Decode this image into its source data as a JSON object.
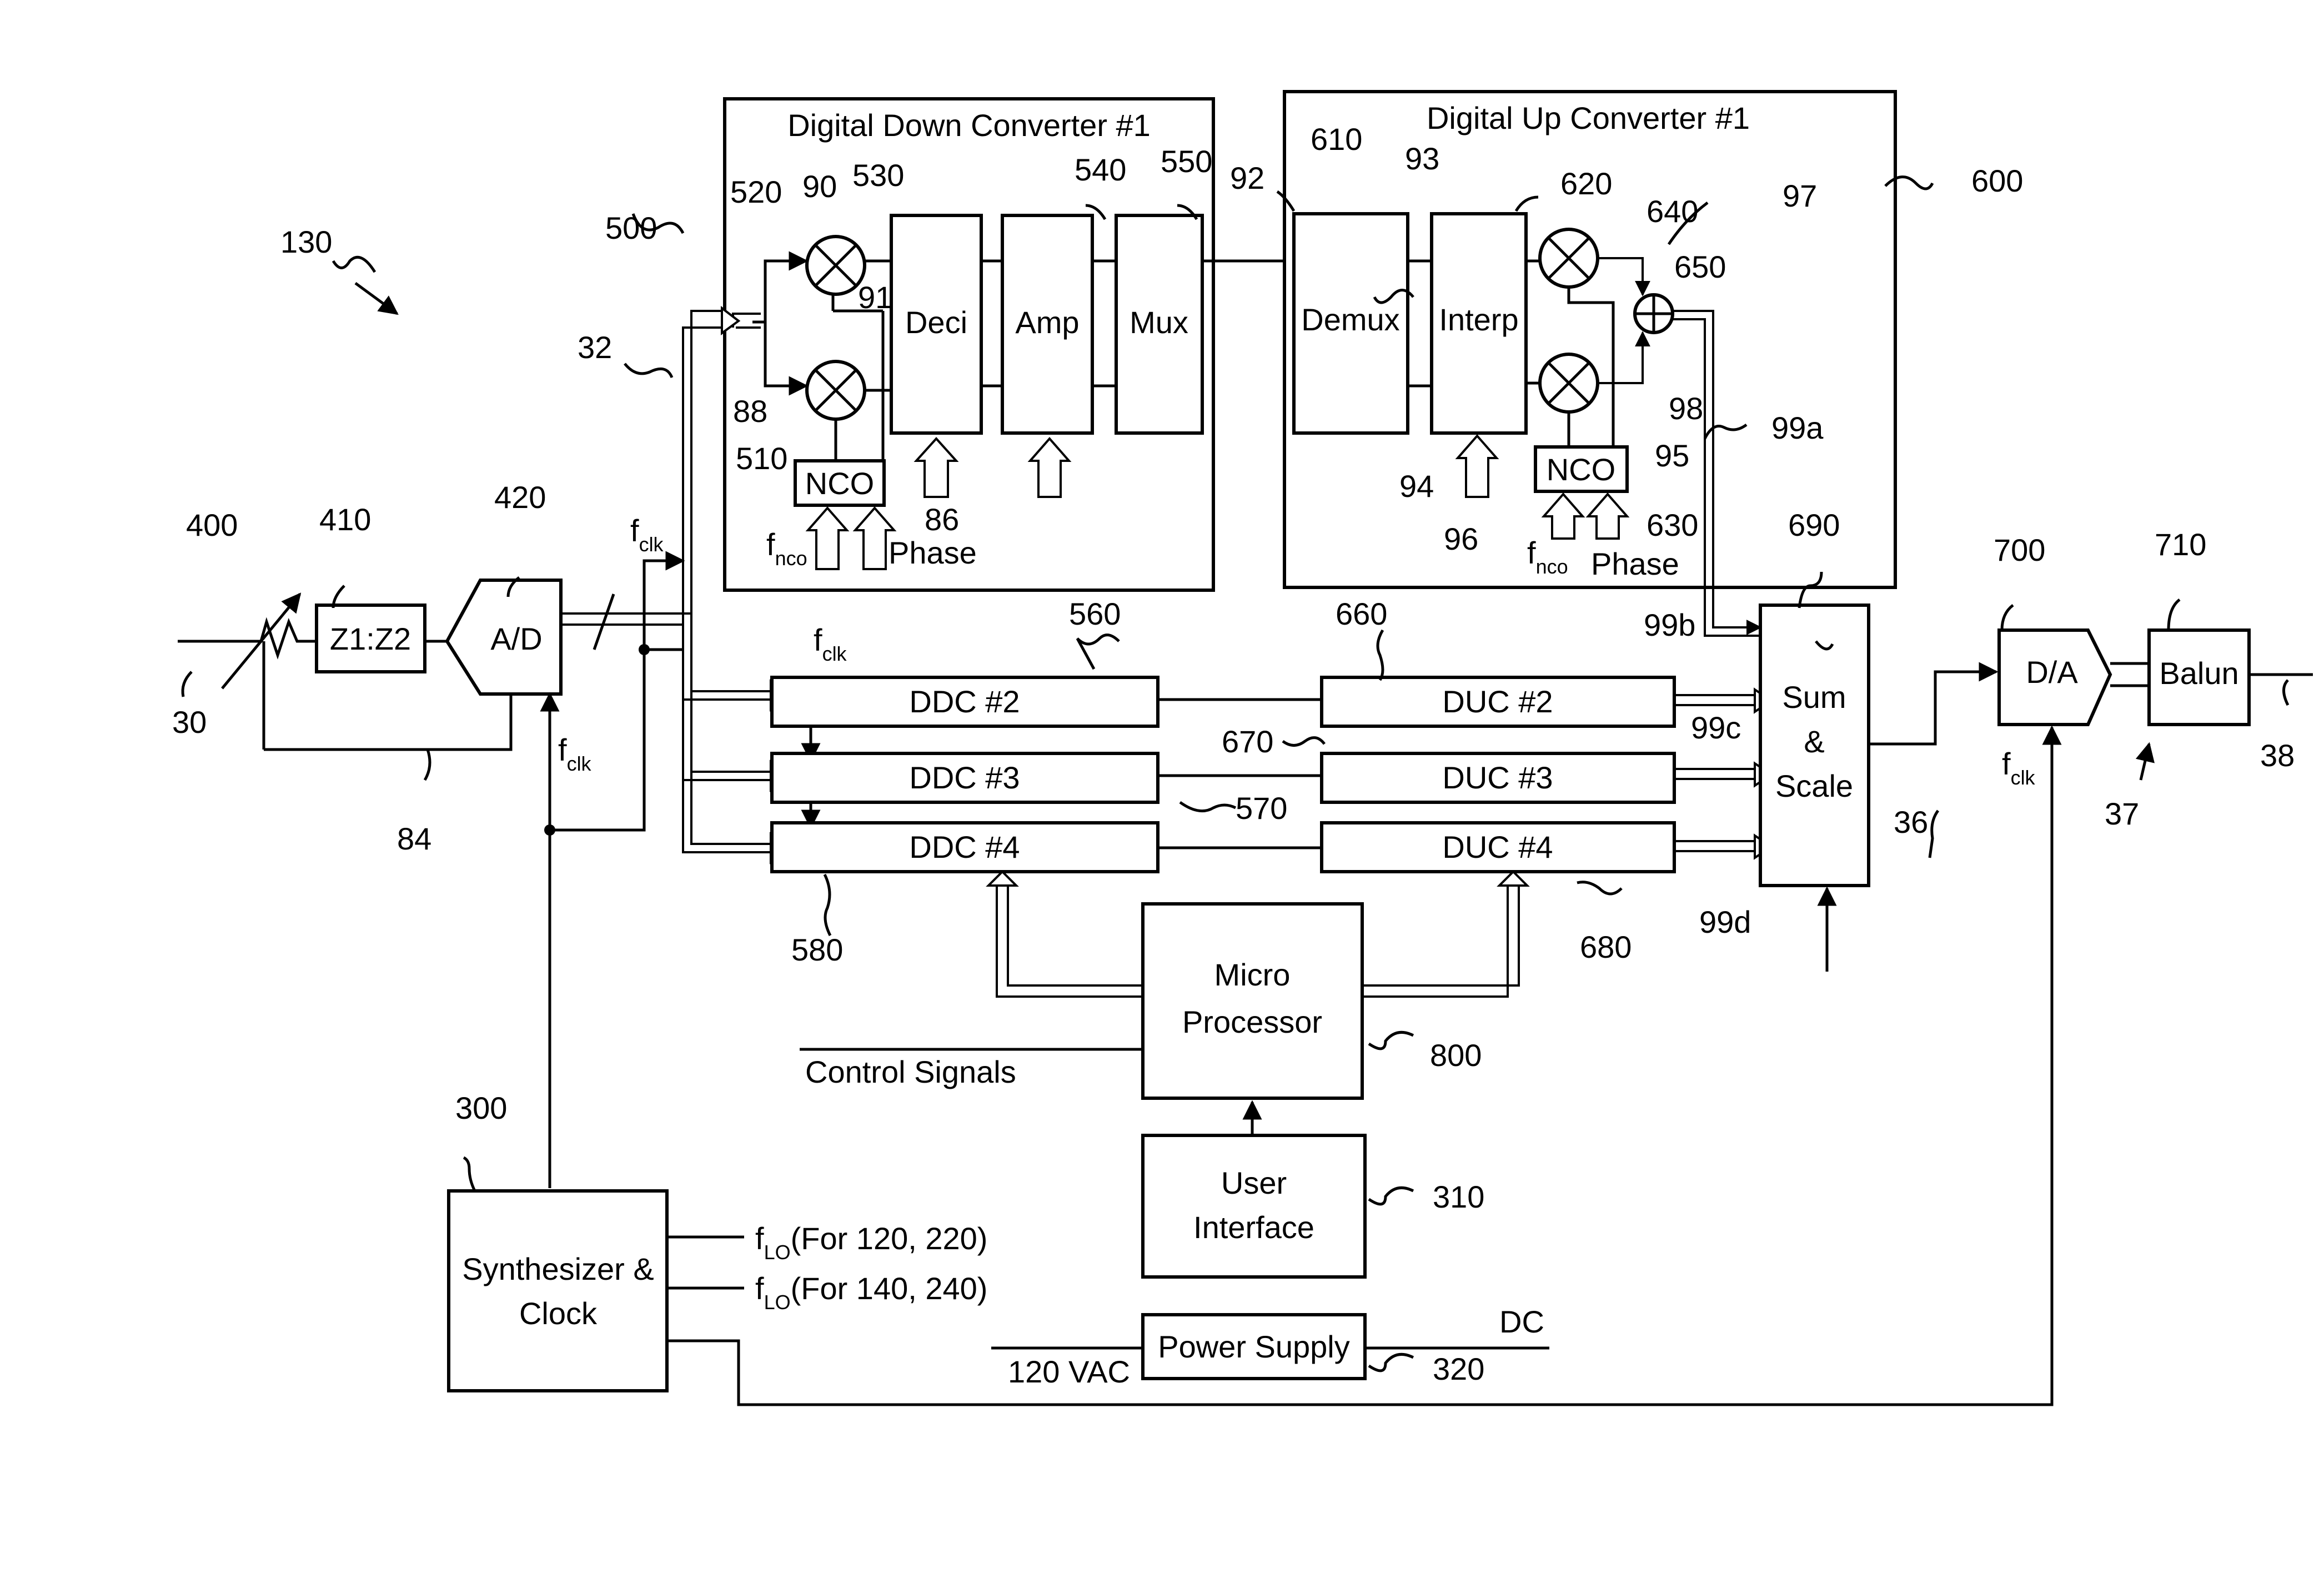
{
  "figure": {
    "refs": {
      "r130": "130",
      "r500": "500",
      "r32": "32",
      "r520": "520",
      "r90": "90",
      "r530": "530",
      "r540": "540",
      "r550": "550",
      "r92": "92",
      "r610": "610",
      "r93": "93",
      "r620": "620",
      "r640": "640",
      "r97": "97",
      "r600": "600",
      "r650": "650",
      "r91": "91",
      "r88": "88",
      "r510": "510",
      "r86": "86",
      "r98": "98",
      "r99a": "99a",
      "r94": "94",
      "r95": "95",
      "r96": "96",
      "r630": "630",
      "r690": "690",
      "r400": "400",
      "r410": "410",
      "r420": "420",
      "r700": "700",
      "r710": "710",
      "r560": "560",
      "r660": "660",
      "r99b": "99b",
      "r99c": "99c",
      "r670": "670",
      "r570": "570",
      "r580": "580",
      "r680": "680",
      "r99d": "99d",
      "r30": "30",
      "r84": "84",
      "r36": "36",
      "r37": "37",
      "r38": "38",
      "r800": "800",
      "r300": "300",
      "r310": "310",
      "r320": "320"
    },
    "ddc1": {
      "title": "Digital Down Converter #1",
      "deci": "Deci",
      "amp": "Amp",
      "mux": "Mux",
      "nco": "NCO",
      "phase": "Phase"
    },
    "duc1": {
      "title": "Digital Up Converter #1",
      "demux": "Demux",
      "interp": "Interp",
      "nco": "NCO",
      "phase": "Phase"
    },
    "f_main": "f",
    "clk_sub": "clk",
    "nco_sub": "nco",
    "lo_sub": "LO",
    "blocks": {
      "z1z2": "Z1:Z2",
      "ad": "A/D",
      "da": "D/A",
      "balun": "Balun",
      "ddc2": "DDC #2",
      "ddc3": "DDC #3",
      "ddc4": "DDC #4",
      "duc2": "DUC #2",
      "duc3": "DUC #3",
      "duc4": "DUC #4",
      "sum1": "Sum",
      "sum2": "&",
      "sum3": "Scale",
      "micro1": "Micro",
      "micro2": "Processor",
      "ui1": "User",
      "ui2": "Interface",
      "synth1": "Synthesizer &",
      "synth2": "Clock",
      "psu": "Power Supply"
    },
    "labels": {
      "control": "Control Signals",
      "lo1": "(For 120, 220)",
      "lo2": "(For 140, 240)",
      "vac": "120 VAC",
      "dc": "DC"
    }
  }
}
